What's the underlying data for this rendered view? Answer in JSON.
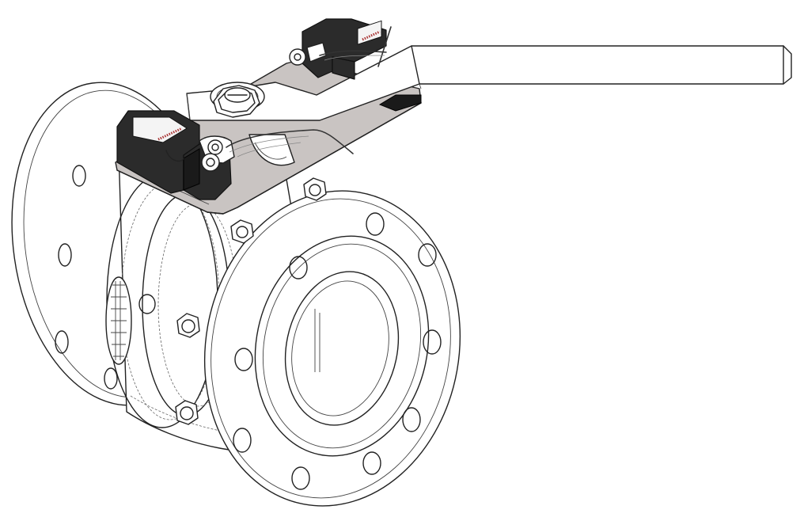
{
  "drawing": {
    "components": [
      "valve-body",
      "rear-flange",
      "front-flange",
      "flange-bolts",
      "mounting-plate",
      "lever-handle",
      "stem-nut",
      "limit-switch-front",
      "limit-switch-rear",
      "spring-wire"
    ],
    "colors": {
      "outline": "#222222",
      "background": "#ffffff",
      "plate": "#c9c4c2",
      "switch_body": "#2b2b2b",
      "coil": "#aa3333"
    }
  }
}
